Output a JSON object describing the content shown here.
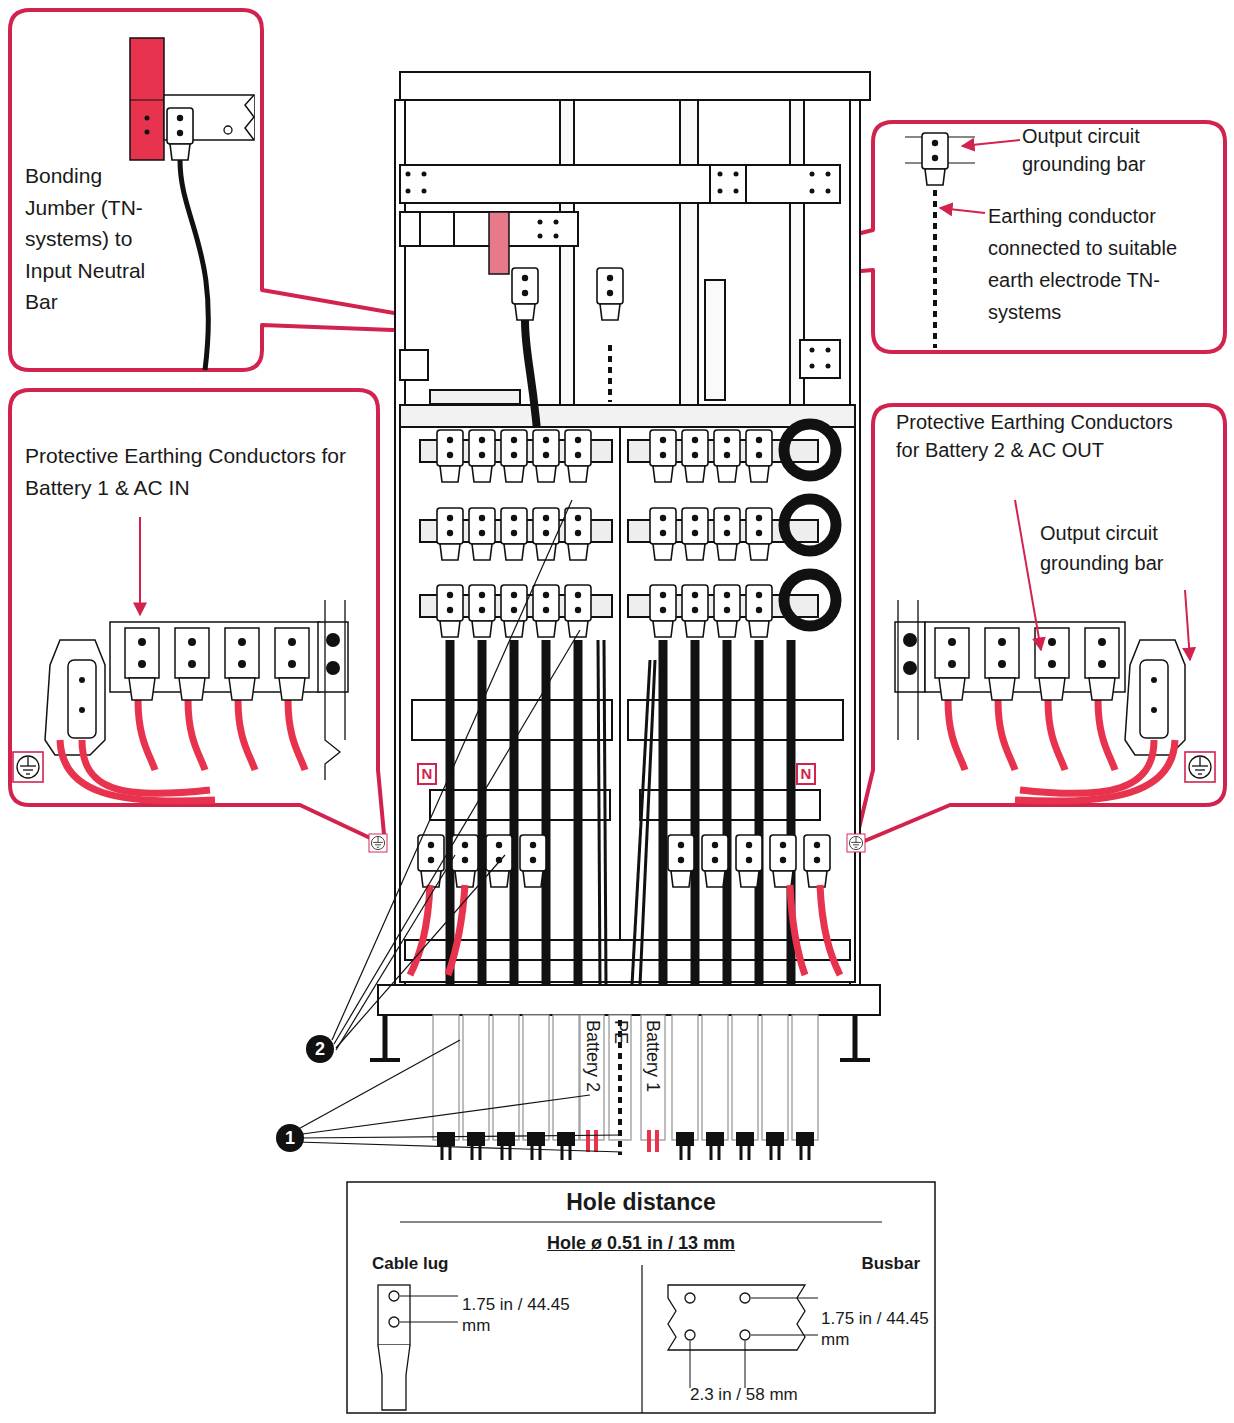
{
  "diagram": {
    "nodes": [
      {
        "text": [
          "Bonding Jumber (TN-systems) to Input Neutral Bar"
        ]
      },
      {
        "text": [
          "Output circuit grounding bar",
          "Earthing conductor connected to suitable earth electrode TN-systems"
        ]
      },
      {
        "text": [
          "Protective Earthing Conductors for Battery 1 & AC IN"
        ]
      },
      {
        "text": [
          "Protective Earthing Conductors for Battery 2 & AC OUT",
          "Output circuit grounding bar"
        ]
      },
      {
        "text": [
          "Hole distance",
          "Hole ø 0.51 in / 13 mm",
          "Cable lug",
          "Busbar",
          "1.75 in / 44.45 mm",
          "1.75 in / 44.45 mm",
          "2.3 in / 58 mm"
        ]
      }
    ],
    "labels": [
      "N",
      "N",
      "2",
      "1",
      "Battery 2",
      "PE",
      "Battery 1"
    ]
  }
}
